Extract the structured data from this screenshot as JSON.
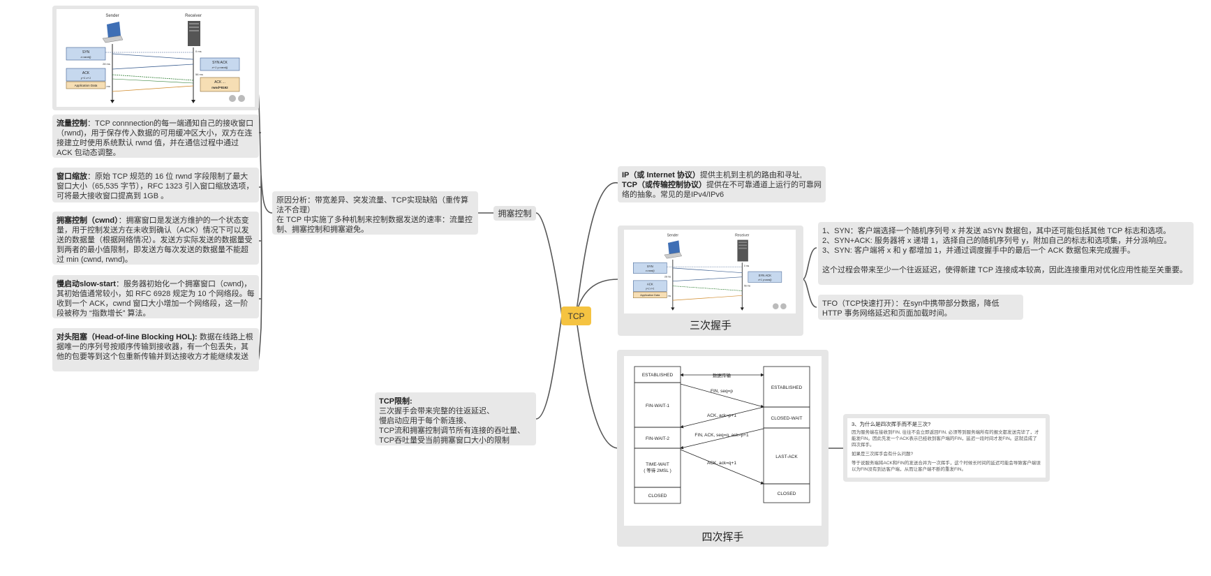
{
  "center": {
    "label": "TCP"
  },
  "flow_control": {
    "label": "拥塞控制",
    "reason": {
      "line1": "原因分析：带宽差异、突发流量、TCP实现缺陷（重传算法不合理）",
      "line2": "在 TCP 中实施了多种机制来控制数据发送的速率：流量控制、拥塞控制和拥塞避免。"
    },
    "items": [
      {
        "title": "流量控制",
        "body": "：TCP connnection的每一端通知自己的接收窗口（rwnd)，用于保存传入数据的可用缓冲区大小，双方在连接建立时使用系统默认 rwnd 值，并在通信过程中通过 ACK 包动态调整。"
      },
      {
        "title": "窗口缩放",
        "body": "：原始 TCP 规范的 16 位 rwnd 字段限制了最大窗口大小（65,535 字节），RFC 1323 引入窗口缩放选项，可将最大接收窗口提高到 1GB 。"
      },
      {
        "title": "拥塞控制（cwnd）",
        "body": "：拥塞窗口是发送方维护的一个状态变量，用于控制发送方在未收到确认（ACK）情况下可以发送的数据量（根据网络情况）。发送方实际发送的数据量受到两者的最小值限制，即发送方每次发送的数据量不能超过 min (cwnd, rwnd)。"
      },
      {
        "title": "慢启动slow-start",
        "body": "：服务器初始化一个拥塞窗口（cwnd)，其初始值通常较小，如 RFC 6928 规定为 10 个网络段。每收到一个 ACK，cwnd 窗口大小增加一个网络段，这一阶段被称为 “指数增长” 算法。"
      },
      {
        "title": "对头阻塞（Head-of-line Blocking HOL):",
        "body": " 数据在线路上根据唯一的序列号按顺序传输到接收器，有一个包丢失，其他的包要等到这个包重新传输并到达接收方才能继续发送"
      }
    ]
  },
  "limits": {
    "title": "TCP限制:",
    "lines": [
      "三次握手会带来完整的往返延迟、",
      "慢启动应用于每个新连接、",
      "TCP流和拥塞控制调节所有连接的吞吐量、",
      "TCP吞吐量受当前拥塞窗口大小的限制"
    ]
  },
  "ip_node": {
    "ip_title": "IP（或 Internet 协议）",
    "ip_text": "提供主机到主机的路由和寻址,",
    "tcp_title": "TCP（或传输控制协议）",
    "tcp_text": "提供在不可靠通道上运行的可靠网络的抽象。常见的是IPv4/IPv6"
  },
  "handshake": {
    "caption": "三次握手",
    "steps": [
      "1、SYN：客户端选择一个随机序列号 x 并发送 aSYN 数据包，其中还可能包括其他 TCP 标志和选项。",
      "2、SYN+ACK: 服务器将 x 递增 1，选择自己的随机序列号 y，附加自己的标志和选项集，并分派响应。",
      "3、SYN: 客户端将 x 和 y 都增加 1，并通过调度握手中的最后一个 ACK 数据包来完成握手。"
    ],
    "note": "这个过程会带来至少一个往返延迟，使得新建 TCP 连接成本较高，因此连接重用对优化应用性能至关重要。",
    "tfo": "TFO（TCP快速打开）：在syn中携带部分数据，降低HTTP 事务网络延迟和页面加载时间。"
  },
  "seq_diagram": {
    "sender": "Sender",
    "receiver": "Receiver",
    "syn": "SYN",
    "syn_sub": "x=rand()",
    "synack": "SYN ACK",
    "synack_sub": "x+1   y=rand()",
    "ack": "ACK",
    "ack_sub": "y+1   x+1",
    "app": "Application Data",
    "ack2": "ACK ...",
    "rwnd": "rwnd=8192",
    "t0": "0 ms",
    "t28": "28 ms",
    "t56": "56 ms",
    "t84": "84 ms"
  },
  "four_way": {
    "caption": "四次挥手",
    "left_states": [
      "ESTABLISHED",
      "FIN-WAIT-1",
      "FIN-WAIT-2",
      "TIME-WAIT",
      "CLOSED"
    ],
    "time_wait_sub": "( 等待 2MSL )",
    "right_states": [
      "ESTABLISHED",
      "CLOSED-WAIT",
      "LAST-ACK",
      "CLOSED"
    ],
    "data": "数据传输",
    "m1": "FIN, seq=p",
    "m2": "ACK, ack=p+1",
    "m3": "FIN, ACK, seq=q, ack=p+1",
    "m4": "ACK, ack=q+1"
  },
  "why_four": {
    "title": "3、为什么是四次挥手而不是三次?",
    "p1": "因为服务端在接收到FIN, 往往不会立即返回FIN, 必须等到服务端所有的报文都发送完毕了，才能发FIN。因此先发一个ACK表示已经收到客户端的FIN，延迟一段时间才发FIN。这就造成了四次挥手。",
    "p2": "如果是三次挥手会有什么问题?",
    "p3": "等于说服务端将ACK和FIN的发送合并为一次挥手，这个时候长时间的延迟可能会导致客户端误以为FIN没有到达客户端，从而让客户端不断的重发FIN。"
  }
}
